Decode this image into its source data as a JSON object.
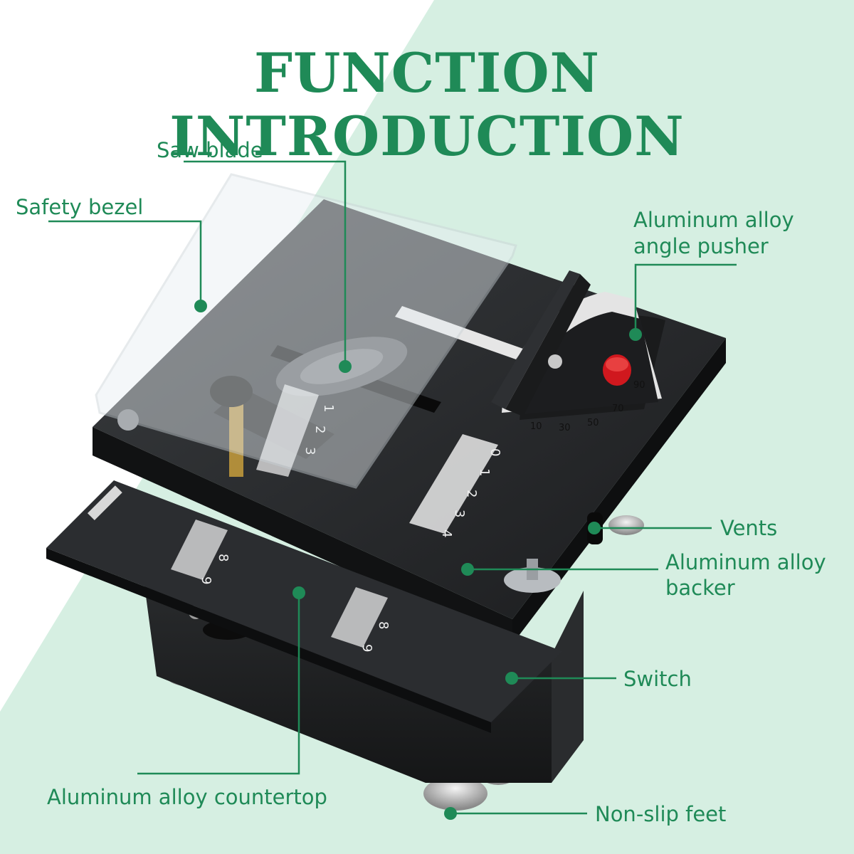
{
  "title": "FUNCTION INTRODUCTION",
  "colors": {
    "accent": "#1f8a57",
    "mint": "#d6efe2",
    "metal": "#202224"
  },
  "labels": {
    "saw_blade": "Saw blade",
    "safety_bezel": "Safety bezel",
    "angle_pusher_1": "Aluminum alloy",
    "angle_pusher_2": "angle pusher",
    "vents": "Vents",
    "backer_1": "Aluminum alloy",
    "backer_2": "backer",
    "switch": "Switch",
    "countertop": "Aluminum alloy countertop",
    "feet": "Non-slip feet"
  },
  "ruler_numbers": {
    "table": [
      "0",
      "1",
      "2",
      "3",
      "4"
    ],
    "fence": [
      "1",
      "2",
      "3"
    ],
    "front_left": [
      "8",
      "9"
    ],
    "front_mid": [
      "8",
      "9"
    ],
    "protractor": [
      "10",
      "30",
      "50",
      "70",
      "90"
    ]
  }
}
